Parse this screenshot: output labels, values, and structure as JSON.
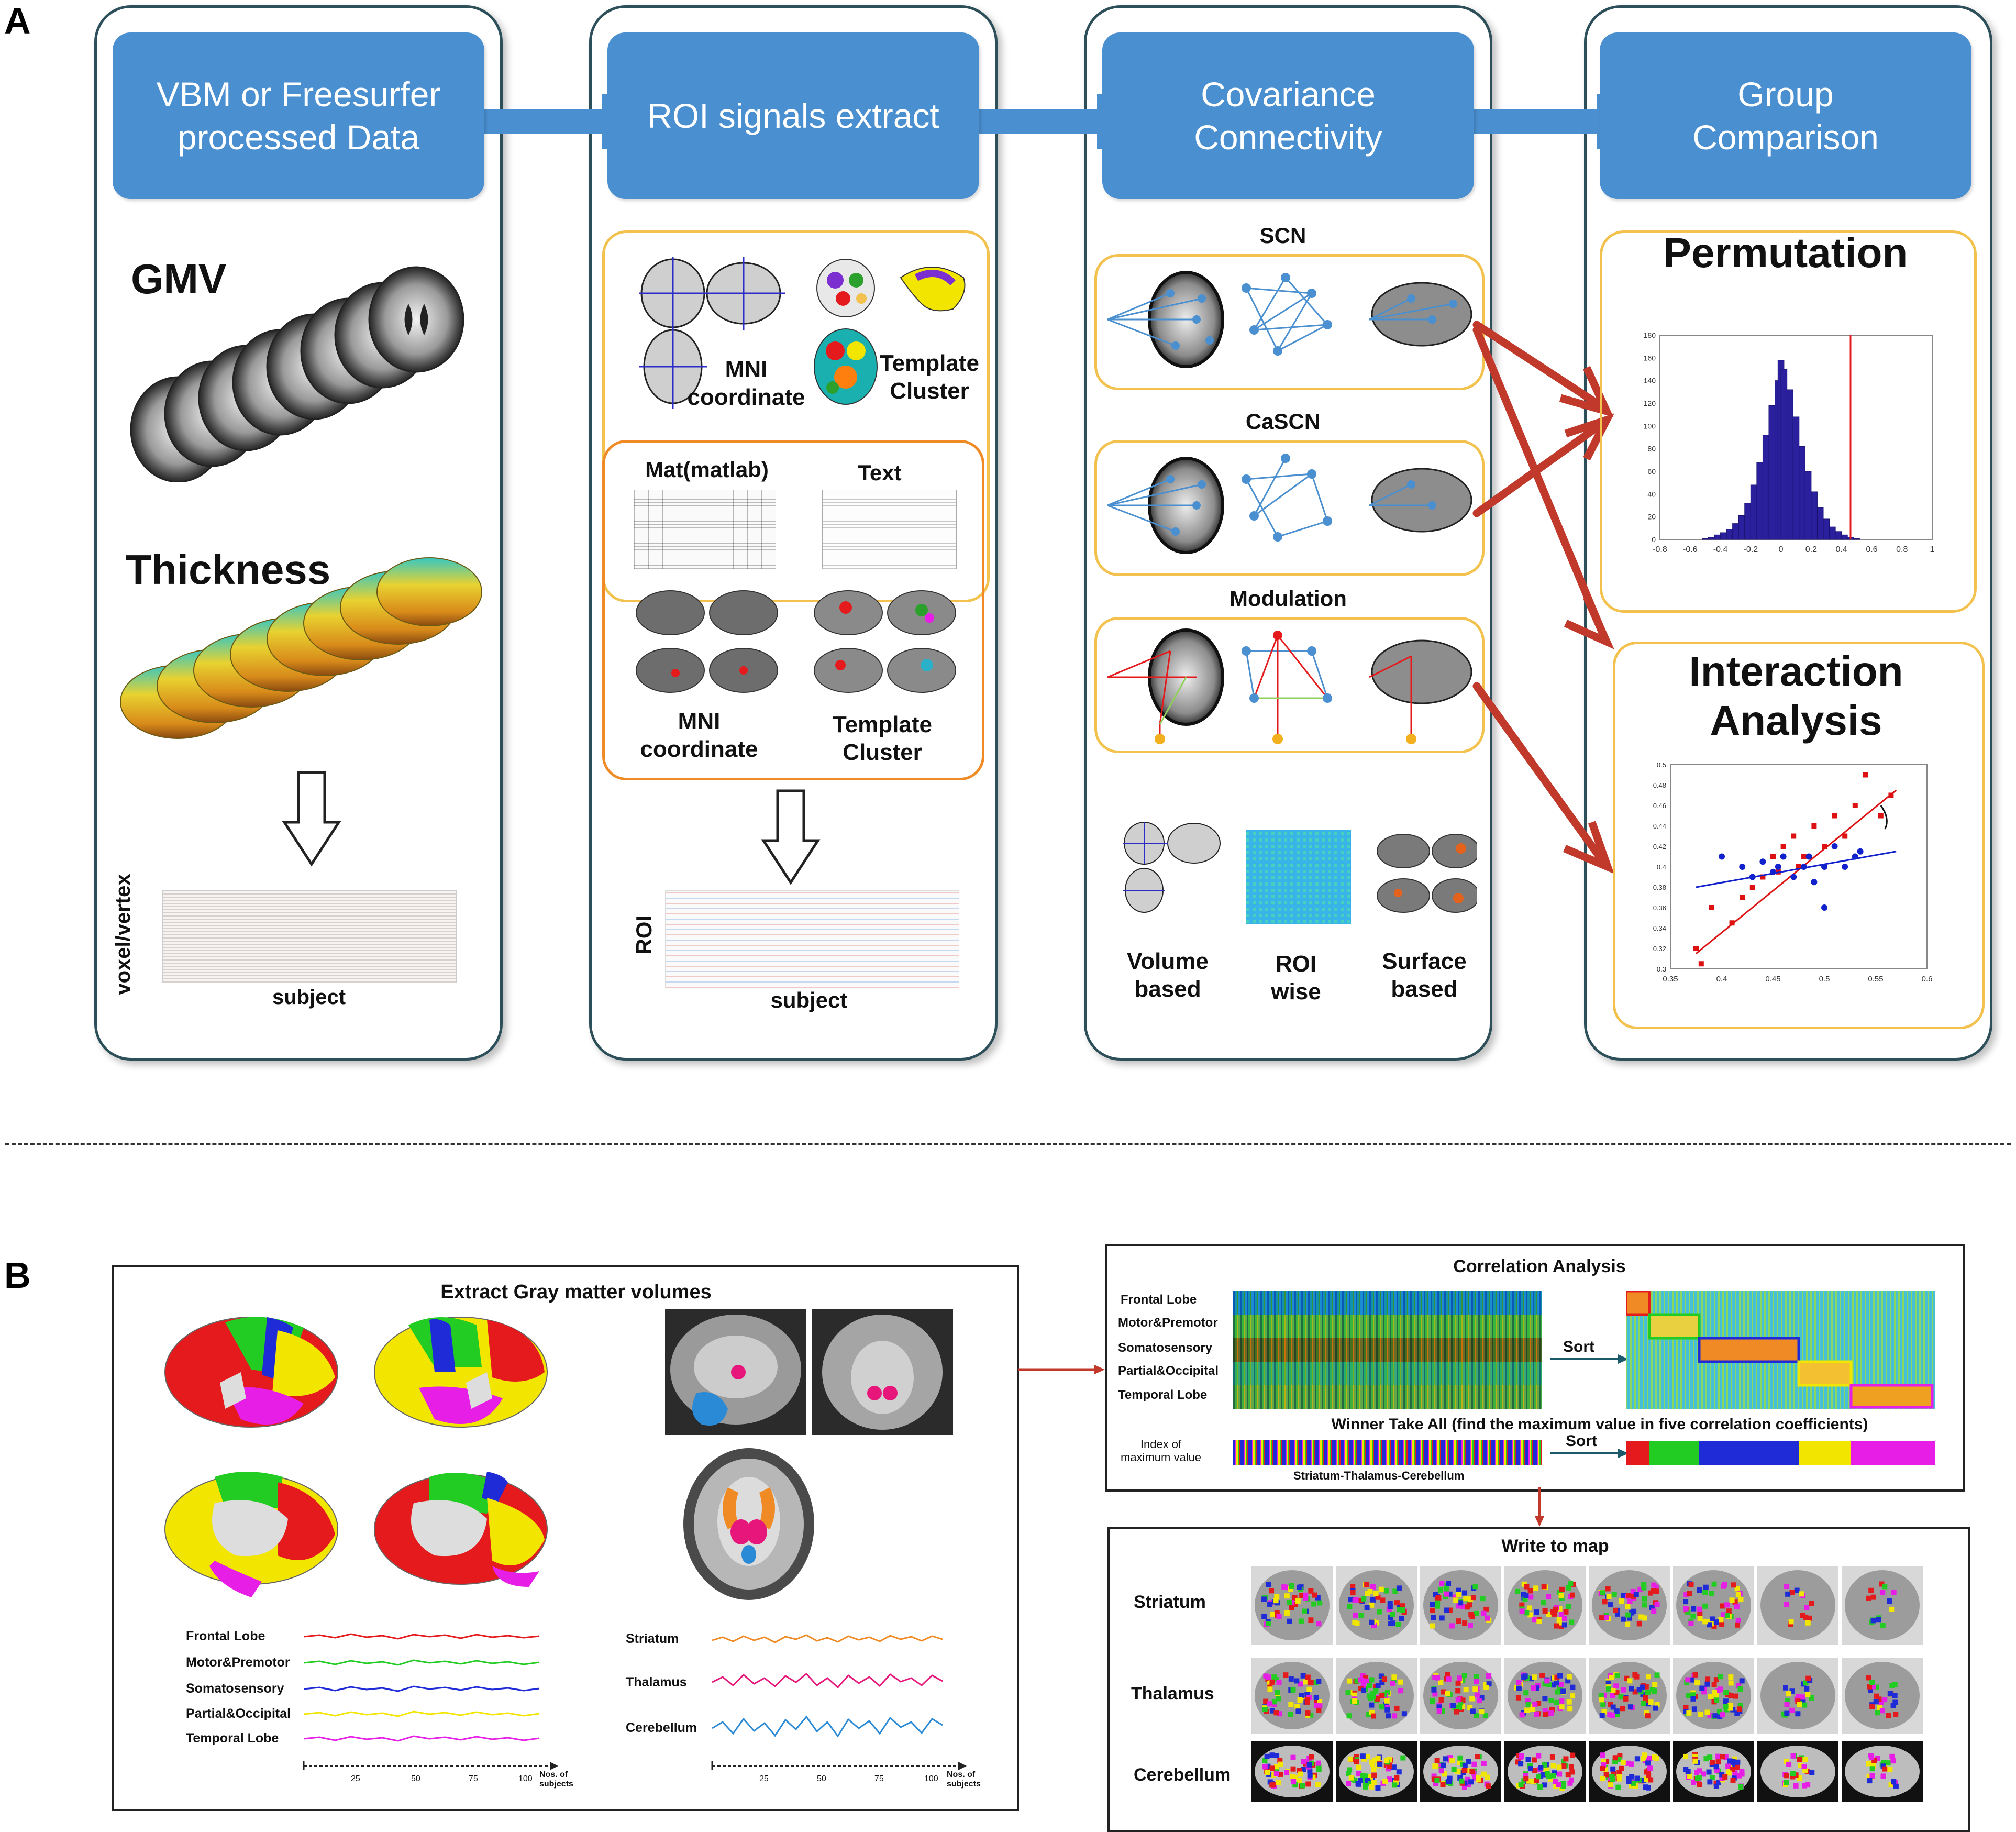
{
  "panel_a": {
    "letter": "A",
    "steps": [
      {
        "title": "VBM or Freesurfer\nprocessed Data"
      },
      {
        "title": "ROI signals extract"
      },
      {
        "title": "Covariance\nConnectivity"
      },
      {
        "title": "Group\nComparison"
      }
    ],
    "col1": {
      "gmv": "GMV",
      "thickness": "Thickness",
      "ylabel": "voxel/vertex",
      "xlabel": "subject"
    },
    "col2": {
      "mni_coordinate": "MNI\ncoordinate",
      "template_cluster": "Template\nCluster",
      "mat": "Mat(matlab)",
      "text": "Text",
      "mni_coordinate_2": "MNI\ncoordinate",
      "template_cluster_2": "Template\nCluster",
      "ylabel": "ROI",
      "xlabel": "subject"
    },
    "col3": {
      "scn": "SCN",
      "cascn": "CaSCN",
      "modulation": "Modulation",
      "volume_based": "Volume\nbased",
      "roi_wise": "ROI\nwise",
      "surface_based": "Surface\nbased"
    },
    "col4": {
      "permutation": "Permutation",
      "interaction": "Interaction\nAnalysis"
    }
  },
  "panel_b": {
    "letter": "B",
    "extract_title": "Extract Gray matter volumes",
    "cortical_signals": [
      "Frontal Lobe",
      "Motor&Premotor",
      "Somatosensory",
      "Partial&Occipital",
      "Temporal Lobe"
    ],
    "subcortical_signals": [
      "Striatum",
      "Thalamus",
      "Cerebellum"
    ],
    "axis_ticks": [
      "25",
      "50",
      "75",
      "100"
    ],
    "axis_label": "Nos. of\nsubjects",
    "correlation_title": "Correlation Analysis",
    "correlation_rows": [
      "Frontal Lobe",
      "Motor&Premotor",
      "Somatosensory",
      "Partial&Occipital",
      "Temporal Lobe"
    ],
    "sort_label": "Sort",
    "wta_title": "Winner Take All (find the maximum value in five correlation coefficients)",
    "index_label": "Index of\nmaximum value",
    "index_sublabel": "Striatum-Thalamus-Cerebellum",
    "write_title": "Write to map",
    "map_rows": [
      "Striatum",
      "Thalamus",
      "Cerebellum"
    ]
  },
  "colors": {
    "header_blue": "#4a8fd0",
    "column_border": "#2c4f5a",
    "yellow_box": "#f2c14e",
    "orange_box": "#f08a24",
    "arrow_red": "#c0392b",
    "frontal": "#e41a1c",
    "motor": "#22cc22",
    "somatosensory": "#1f2bd6",
    "partial_occipital": "#f2e600",
    "temporal": "#e61ee6",
    "striatum": "#f08a24",
    "thalamus": "#e6167a",
    "cerebellum": "#2a8ad6"
  },
  "chart_data": [
    {
      "type": "bar",
      "name": "permutation-histogram",
      "x_ticks": [
        "-0.8",
        "-0.6",
        "-0.4",
        "-0.2",
        "0",
        "0.2",
        "0.4",
        "0.6",
        "0.8",
        "1"
      ],
      "y_ticks": [
        "0",
        "20",
        "40",
        "60",
        "80",
        "100",
        "120",
        "140",
        "160",
        "180"
      ],
      "xlim": [
        -0.8,
        1
      ],
      "ylim": [
        0,
        180
      ],
      "observed_value": 0.46,
      "bin_width": 0.02,
      "bins": [
        {
          "x": -0.5,
          "y": 1
        },
        {
          "x": -0.46,
          "y": 2
        },
        {
          "x": -0.42,
          "y": 4
        },
        {
          "x": -0.38,
          "y": 6
        },
        {
          "x": -0.34,
          "y": 9
        },
        {
          "x": -0.3,
          "y": 14
        },
        {
          "x": -0.26,
          "y": 21
        },
        {
          "x": -0.22,
          "y": 32
        },
        {
          "x": -0.18,
          "y": 48
        },
        {
          "x": -0.14,
          "y": 68
        },
        {
          "x": -0.1,
          "y": 92
        },
        {
          "x": -0.06,
          "y": 118
        },
        {
          "x": -0.02,
          "y": 140
        },
        {
          "x": 0.0,
          "y": 158
        },
        {
          "x": 0.02,
          "y": 150
        },
        {
          "x": 0.06,
          "y": 132
        },
        {
          "x": 0.1,
          "y": 108
        },
        {
          "x": 0.14,
          "y": 82
        },
        {
          "x": 0.18,
          "y": 60
        },
        {
          "x": 0.22,
          "y": 42
        },
        {
          "x": 0.26,
          "y": 28
        },
        {
          "x": 0.3,
          "y": 18
        },
        {
          "x": 0.34,
          "y": 11
        },
        {
          "x": 0.38,
          "y": 7
        },
        {
          "x": 0.42,
          "y": 4
        },
        {
          "x": 0.46,
          "y": 2
        },
        {
          "x": 0.5,
          "y": 1
        }
      ]
    },
    {
      "type": "scatter",
      "name": "interaction-scatter",
      "x_ticks": [
        "0.35",
        "0.4",
        "0.45",
        "0.5",
        "0.55",
        "0.6"
      ],
      "y_ticks": [
        "0.3",
        "0.32",
        "0.34",
        "0.36",
        "0.38",
        "0.4",
        "0.42",
        "0.44",
        "0.46",
        "0.48",
        "0.5"
      ],
      "xlim": [
        0.35,
        0.6
      ],
      "ylim": [
        0.3,
        0.5
      ],
      "series": [
        {
          "color": "#dd1111",
          "marker": "square",
          "points": [
            [
              0.375,
              0.32
            ],
            [
              0.38,
              0.305
            ],
            [
              0.39,
              0.36
            ],
            [
              0.41,
              0.345
            ],
            [
              0.42,
              0.37
            ],
            [
              0.43,
              0.38
            ],
            [
              0.44,
              0.39
            ],
            [
              0.45,
              0.41
            ],
            [
              0.455,
              0.395
            ],
            [
              0.46,
              0.42
            ],
            [
              0.47,
              0.43
            ],
            [
              0.475,
              0.4
            ],
            [
              0.48,
              0.41
            ],
            [
              0.49,
              0.44
            ],
            [
              0.5,
              0.42
            ],
            [
              0.51,
              0.45
            ],
            [
              0.52,
              0.43
            ],
            [
              0.53,
              0.46
            ],
            [
              0.54,
              0.49
            ],
            [
              0.555,
              0.45
            ],
            [
              0.565,
              0.47
            ]
          ],
          "fit": [
            [
              0.375,
              0.315
            ],
            [
              0.57,
              0.475
            ]
          ]
        },
        {
          "color": "#1122cc",
          "marker": "circle",
          "points": [
            [
              0.4,
              0.41
            ],
            [
              0.42,
              0.4
            ],
            [
              0.43,
              0.39
            ],
            [
              0.44,
              0.405
            ],
            [
              0.45,
              0.395
            ],
            [
              0.455,
              0.4
            ],
            [
              0.46,
              0.41
            ],
            [
              0.47,
              0.39
            ],
            [
              0.48,
              0.4
            ],
            [
              0.485,
              0.41
            ],
            [
              0.49,
              0.385
            ],
            [
              0.5,
              0.4
            ],
            [
              0.5,
              0.36
            ],
            [
              0.51,
              0.42
            ],
            [
              0.52,
              0.4
            ],
            [
              0.53,
              0.41
            ],
            [
              0.535,
              0.415
            ]
          ],
          "fit": [
            [
              0.375,
              0.38
            ],
            [
              0.57,
              0.415
            ]
          ]
        }
      ]
    }
  ]
}
